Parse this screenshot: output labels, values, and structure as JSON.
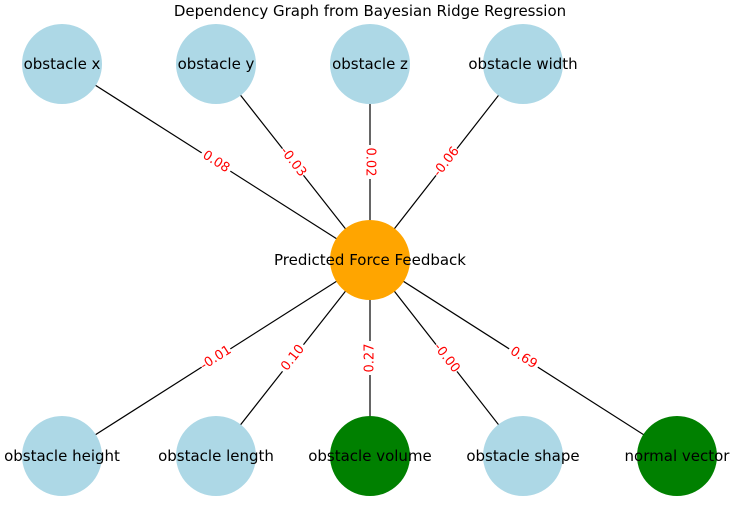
{
  "title": "Dependency Graph from Bayesian Ridge Regression",
  "colors": {
    "feature_node": "#add8e6",
    "highlight_node": "#008000",
    "target_node": "#ffa500",
    "edge": "#000000",
    "edge_label": "#ff0000"
  },
  "target": {
    "id": "target",
    "label": "Predicted Force Feedback"
  },
  "nodes": [
    {
      "id": "obstacle_x",
      "label": "obstacle x",
      "kind": "feature",
      "weight": "0.08"
    },
    {
      "id": "obstacle_y",
      "label": "obstacle y",
      "kind": "feature",
      "weight": "-0.03"
    },
    {
      "id": "obstacle_z",
      "label": "obstacle z",
      "kind": "feature",
      "weight": "0.02"
    },
    {
      "id": "obstacle_width",
      "label": "obstacle width",
      "kind": "feature",
      "weight": "-0.06"
    },
    {
      "id": "obstacle_height",
      "label": "obstacle height",
      "kind": "feature",
      "weight": "-0.01"
    },
    {
      "id": "obstacle_length",
      "label": "obstacle length",
      "kind": "feature",
      "weight": "0.10"
    },
    {
      "id": "obstacle_volume",
      "label": "obstacle volume",
      "kind": "highlight",
      "weight": "0.27"
    },
    {
      "id": "obstacle_shape",
      "label": "obstacle shape",
      "kind": "feature",
      "weight": "-0.00"
    },
    {
      "id": "normal_vector",
      "label": "normal vector",
      "kind": "highlight",
      "weight": "0.69"
    }
  ]
}
